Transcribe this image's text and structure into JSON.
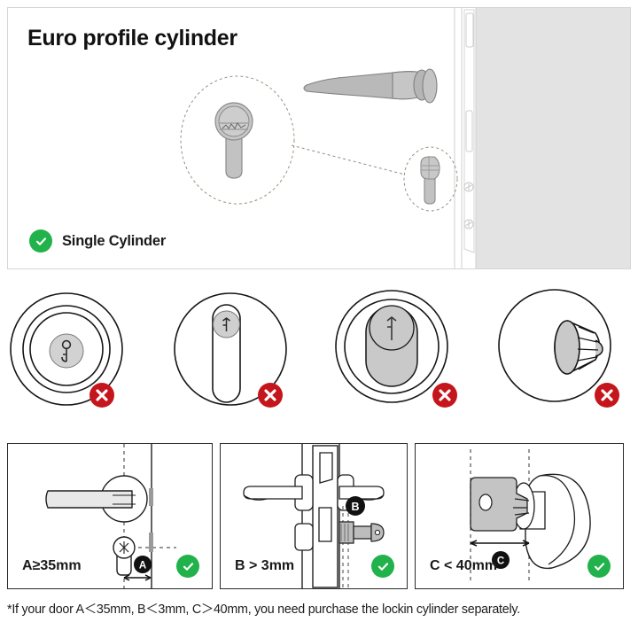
{
  "hero": {
    "title": "Euro profile cylinder",
    "badge": {
      "icon": "check-circle-icon",
      "label": "Single Cylinder"
    },
    "illustration": {
      "name": "euro-profile-cylinder-door-illustration",
      "parts": [
        "door-panel",
        "door-edge-strike-plate",
        "latch-slot-upper",
        "latch-slot-lower",
        "screw-hole-upper",
        "screw-hole-lower",
        "door-lever-handle",
        "euro-cylinder-front-view",
        "euro-cylinder-side-view",
        "callout-dashed-circle-large",
        "callout-dashed-circle-small",
        "callout-connector-line"
      ]
    }
  },
  "rejected": {
    "badge_icon": "x-circle-icon",
    "items": [
      {
        "name": "deadbolt-rosette-lock",
        "icon": "round-keyhole-escutcheon-icon",
        "status": "not-supported"
      },
      {
        "name": "oval-euro-escutcheon-lock",
        "icon": "oval-keyhole-escutcheon-icon",
        "status": "not-supported"
      },
      {
        "name": "oval-plate-keyhole-lock",
        "icon": "oval-plate-keyhole-icon",
        "status": "not-supported"
      },
      {
        "name": "knurled-thumbturn-knob-lock",
        "icon": "knurled-knob-icon",
        "status": "not-supported"
      }
    ]
  },
  "measurements": {
    "ok_icon": "check-circle-icon",
    "boxes": [
      {
        "id": "measure-a",
        "label": "A≥35mm",
        "marker": "A",
        "diagram": "door-front-with-lever-handle-and-cylinder",
        "status": "ok"
      },
      {
        "id": "measure-b",
        "label": "B > 3mm",
        "marker": "B",
        "diagram": "door-edge-section-with-key-protrusion",
        "status": "ok"
      },
      {
        "id": "measure-c",
        "label": "C < 40mm",
        "marker": "C",
        "diagram": "key-inserted-into-lock-body-depth",
        "status": "ok"
      }
    ]
  },
  "footnote": {
    "text": "*If your door A＜35mm, B＜3mm, C＞40mm, you need purchase the lockin cylinder separately."
  },
  "colors": {
    "green": "#21b24b",
    "red": "#c4161c",
    "metal_fill": "#c9c9c9",
    "metal_stroke": "#8b8b8b",
    "panel_border": "#d6d6d6",
    "line": "#2a2a2a",
    "door_face": "#e3e3e3"
  }
}
